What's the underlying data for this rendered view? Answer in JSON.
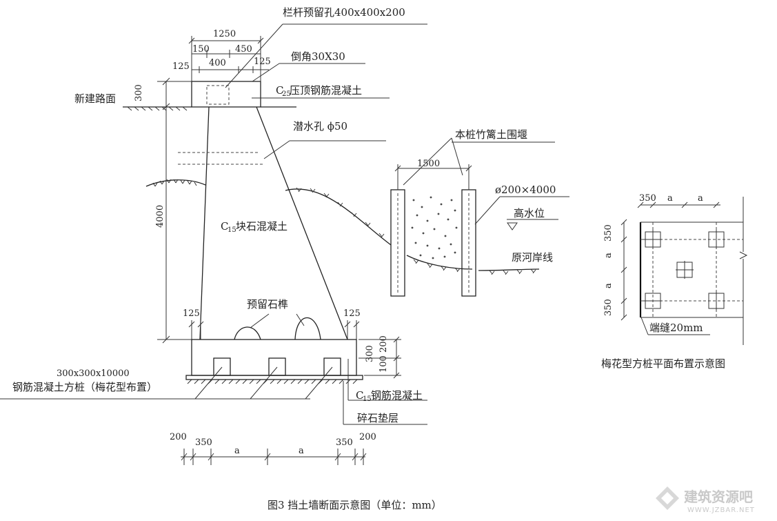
{
  "labels": {
    "railing_hole": "栏杆预留孔400x400x200",
    "chamfer": "倒角30X30",
    "cap_concrete": "压顶钢筋混凝土",
    "cap_concrete_prefix": "C",
    "cap_concrete_sub": "25",
    "road": "新建路面",
    "weep_hole": "潜水孔 ϕ50",
    "body_concrete": "块石混凝土",
    "body_concrete_prefix": "C",
    "body_concrete_sub": "15",
    "cofferdam": "本桩竹篱土围堰",
    "pile_spec": "ø200×4000",
    "high_water": "高水位",
    "original_bank": "原河岸线",
    "reserved_stone": "预留石榫",
    "square_pile_size": "300x300x10000",
    "square_pile_desc": "钢筋混凝土方桩（梅花型布置）",
    "base_concrete": "钢筋混凝土",
    "base_concrete_prefix": "C",
    "base_concrete_sub": "15",
    "gravel": "碎石垫层",
    "end_gap": "端缝20mm"
  },
  "dims": {
    "top_total": "1250",
    "top_150": "150",
    "top_450": "450",
    "top_400": "400",
    "top_125_left": "125",
    "top_125_right": "125",
    "cap_300": "300",
    "height_4000": "4000",
    "foot_125_left": "125",
    "foot_125_right": "125",
    "base_200": "200",
    "base_300": "300",
    "base_100": "100",
    "cofferdam_1500": "1500",
    "bottom_200_left": "200",
    "bottom_350_left": "350",
    "bottom_a_1": "a",
    "bottom_a_2": "a",
    "bottom_350_right": "350",
    "bottom_200_right": "200",
    "plan_350_top": "350",
    "plan_a_top_1": "a",
    "plan_a_top_2": "a",
    "plan_350_side_top": "350",
    "plan_a_side_1": "a",
    "plan_a_side_2": "a",
    "plan_350_side_bottom": "350"
  },
  "captions": {
    "main": "图3    挡土墙断面示意图（单位：mm）",
    "plan": "梅花型方桩平面布置示意图"
  },
  "watermark": {
    "text": "建筑资源吧",
    "url": "WWW.JZBAR.NET"
  }
}
